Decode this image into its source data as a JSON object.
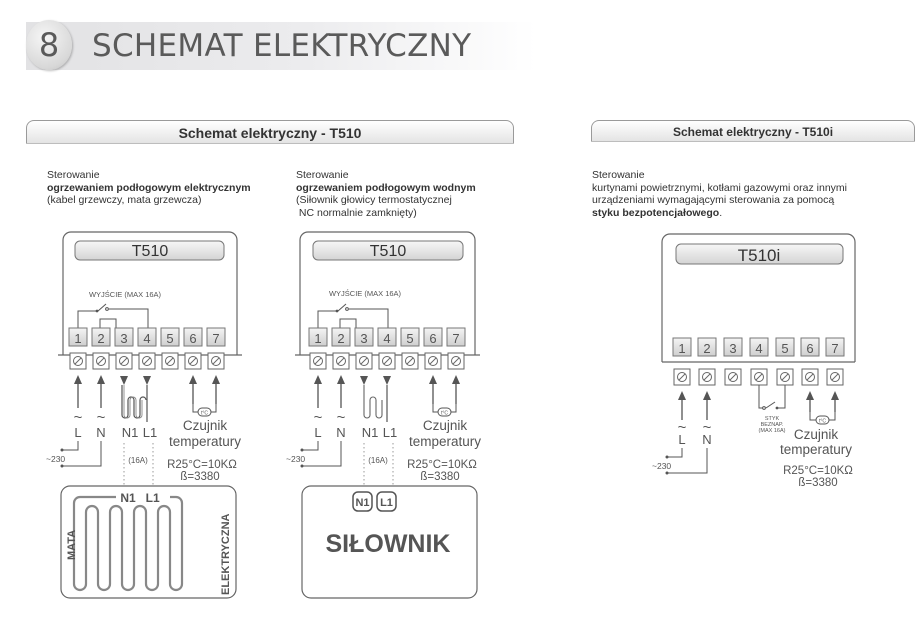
{
  "header": {
    "section_number": "8",
    "title": "SCHEMAT ELEKTRYCZNY"
  },
  "sections": [
    {
      "title": "Schemat elektryczny - T510",
      "diagrams": [
        {
          "desc_line1": "Sterowanie",
          "desc_bold": "ogrzewaniem podłogowym elektrycznym",
          "desc_line3": "(kabel grzewczy, mata grzewcza)",
          "device_label": "T510",
          "output_label": "WYJŚCIE (MAX 16A)",
          "terminals": [
            "1",
            "2",
            "3",
            "4",
            "5",
            "6",
            "7"
          ],
          "L_label": "L",
          "N_label": "N",
          "tilde": "~",
          "supply_label": "~230",
          "N1_label": "N1",
          "L1_label": "L1",
          "current_label": "(16A)",
          "sensor_label_1": "Czujnik",
          "sensor_label_2": "temperatury",
          "sensor_spec_1": "R25°C=10KΩ",
          "sensor_spec_2": "ß=3380",
          "load": {
            "left_label": "MATA",
            "right_label": "ELEKTRYCZNA",
            "N1": "N1",
            "L1": "L1"
          }
        },
        {
          "desc_line1": "Sterowanie",
          "desc_bold": "ogrzewaniem podłogowym wodnym",
          "desc_line3": "(Siłownik głowicy termostatycznej",
          "desc_line4": " NC normalnie zamknięty)",
          "device_label": "T510",
          "output_label": "WYJŚCIE (MAX 16A)",
          "terminals": [
            "1",
            "2",
            "3",
            "4",
            "5",
            "6",
            "7"
          ],
          "L_label": "L",
          "N_label": "N",
          "tilde": "~",
          "supply_label": "~230",
          "N1_label": "N1",
          "L1_label": "L1",
          "current_label": "(16A)",
          "sensor_label_1": "Czujnik",
          "sensor_label_2": "temperatury",
          "sensor_spec_1": "R25°C=10KΩ",
          "sensor_spec_2": "ß=3380",
          "load": {
            "title": "SIŁOWNIK",
            "N1": "N1",
            "L1": "L1"
          }
        }
      ]
    },
    {
      "title": "Schemat elektryczny - T510i",
      "diagrams": [
        {
          "desc_line1": "Sterowanie",
          "desc_line2": "kurtynami powietrznymi, kotłami gazowymi oraz innymi",
          "desc_line3": "urządzeniami wymagającymi sterowania za pomocą",
          "desc_bold": "styku bezpotencjałowego",
          "desc_end": ".",
          "device_label": "T510i",
          "terminals": [
            "1",
            "2",
            "3",
            "4",
            "5",
            "6",
            "7"
          ],
          "L_label": "L",
          "N_label": "N",
          "tilde": "~",
          "supply_label": "~230",
          "contact_label_1": "STYK",
          "contact_label_2": "BEZNAP.",
          "contact_label_3": "(MAX 16A)",
          "sensor_label_1": "Czujnik",
          "sensor_label_2": "temperatury",
          "sensor_spec_1": "R25°C=10KΩ",
          "sensor_spec_2": "ß=3380"
        }
      ]
    }
  ],
  "colors": {
    "line": "#555555",
    "terminal_fill": "#e0e0e0",
    "text": "#333333"
  }
}
